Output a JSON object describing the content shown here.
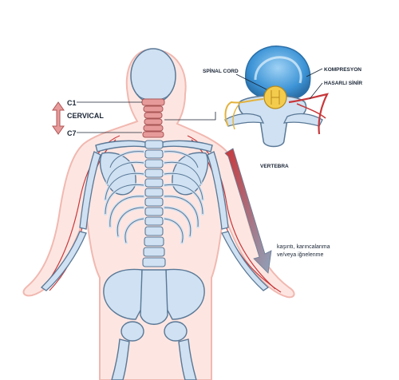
{
  "labels": {
    "c1": "C1",
    "c7": "C7",
    "cervical": "CERVICAL",
    "spinal_cord": "SPİNAL CORD",
    "compression": "KOMPRESYON",
    "damaged_nerve": "HASARLI SİNİR",
    "vertebra": "VERTEBRA",
    "symptom_line1": "kaşıntı, karıncalanma",
    "symptom_line2": "ve/veya iğnelenme"
  },
  "colors": {
    "skin_outline": "#f1b8b0",
    "skin_fill": "#fde6e2",
    "bone_fill": "#cfe1f2",
    "bone_stroke": "#5a7896",
    "cervical_highlight": "#e79a9a",
    "nerve_red": "#c8383b",
    "nerve_yellow": "#e3b23c",
    "disc_blue": "#3d94d6",
    "arrow_red": "#c8383b",
    "arrow_grey": "#8a9bb0"
  }
}
